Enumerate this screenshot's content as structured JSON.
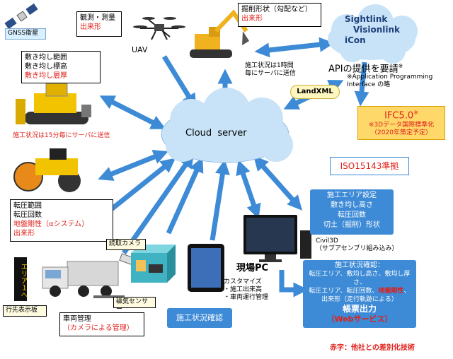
{
  "gnss": {
    "label": "GNSS衛星"
  },
  "uav": {
    "label": "UAV",
    "box_line1": "観測・測量",
    "box_line2_red": "出来形"
  },
  "excavator": {
    "box_line1": "掘削形状（勾配など）",
    "box_line2_red": "出来形",
    "note_line1": "施工状況は1時間",
    "note_line2": "毎にサーバに送信"
  },
  "sightlink": {
    "lines": [
      "Sightlink",
      "Visionlink",
      "iCon"
    ]
  },
  "api": {
    "title": "APIの提供を要請",
    "sup": "※",
    "note_line1": "※Application Programming",
    "note_line2": "Interface の略"
  },
  "landxml": {
    "label": "LandXML"
  },
  "ifc": {
    "title": "IFC5.0",
    "sup": "※",
    "note_line1": "※3Dデータ国際標準化",
    "note_line2": "（2020年策定予定）"
  },
  "cloud": {
    "label": "Cloud  server"
  },
  "iso": {
    "label": "ISO15143準拠"
  },
  "dozer": {
    "line1": "敷き均し範囲",
    "line2": "敷き均し標高",
    "line3_red": "敷き均し層厚",
    "note_red": "施工状況は15分毎にサーバに送信"
  },
  "roller": {
    "line1": "転圧範囲",
    "line2": "転圧回数",
    "line3_red": "地盤剛性（αシステム）",
    "line4_red": "出来形"
  },
  "construction_area": {
    "lines": [
      "施工エリア設定",
      "敷き均し高さ",
      "転圧回数",
      "切土（掘削）形状"
    ]
  },
  "civil3d": {
    "line1": "Civil3D",
    "line2": "（サブアセンブリ組み込み）"
  },
  "status_check": {
    "title": "施工状況確認：",
    "line2": "転圧エリア、敷均し高さ、敷均し厚さ、",
    "line3_a": "転圧エリア、転圧回数、",
    "line3_red": "地盤剛性",
    "line3_b": "、",
    "line4": "出来形（走行軌跡による）",
    "line5": "帳票出力",
    "line6_red": "（Webサービス）"
  },
  "site_pc": {
    "title": "現場PC",
    "line1": "カスタマイズ",
    "line2": "・施工出来高",
    "line3": "・車両運行管理"
  },
  "tablet_check": {
    "label": "施工状況確認"
  },
  "camera": {
    "label": "読取カメラ"
  },
  "magnetic": {
    "label": "磁気センサー"
  },
  "vehicle": {
    "line1": "車両管理",
    "line2_red": "（カメラによる管理）"
  },
  "destination": {
    "sign_text": "エリア１へ",
    "label": "行先表示板"
  },
  "footer": {
    "note": "赤字：他社との差別化技術"
  },
  "colors": {
    "arrow": "#3d8ad6",
    "red": "#e0201a",
    "blue": "#3d8ad6",
    "cloud": "#c8e3f7"
  }
}
